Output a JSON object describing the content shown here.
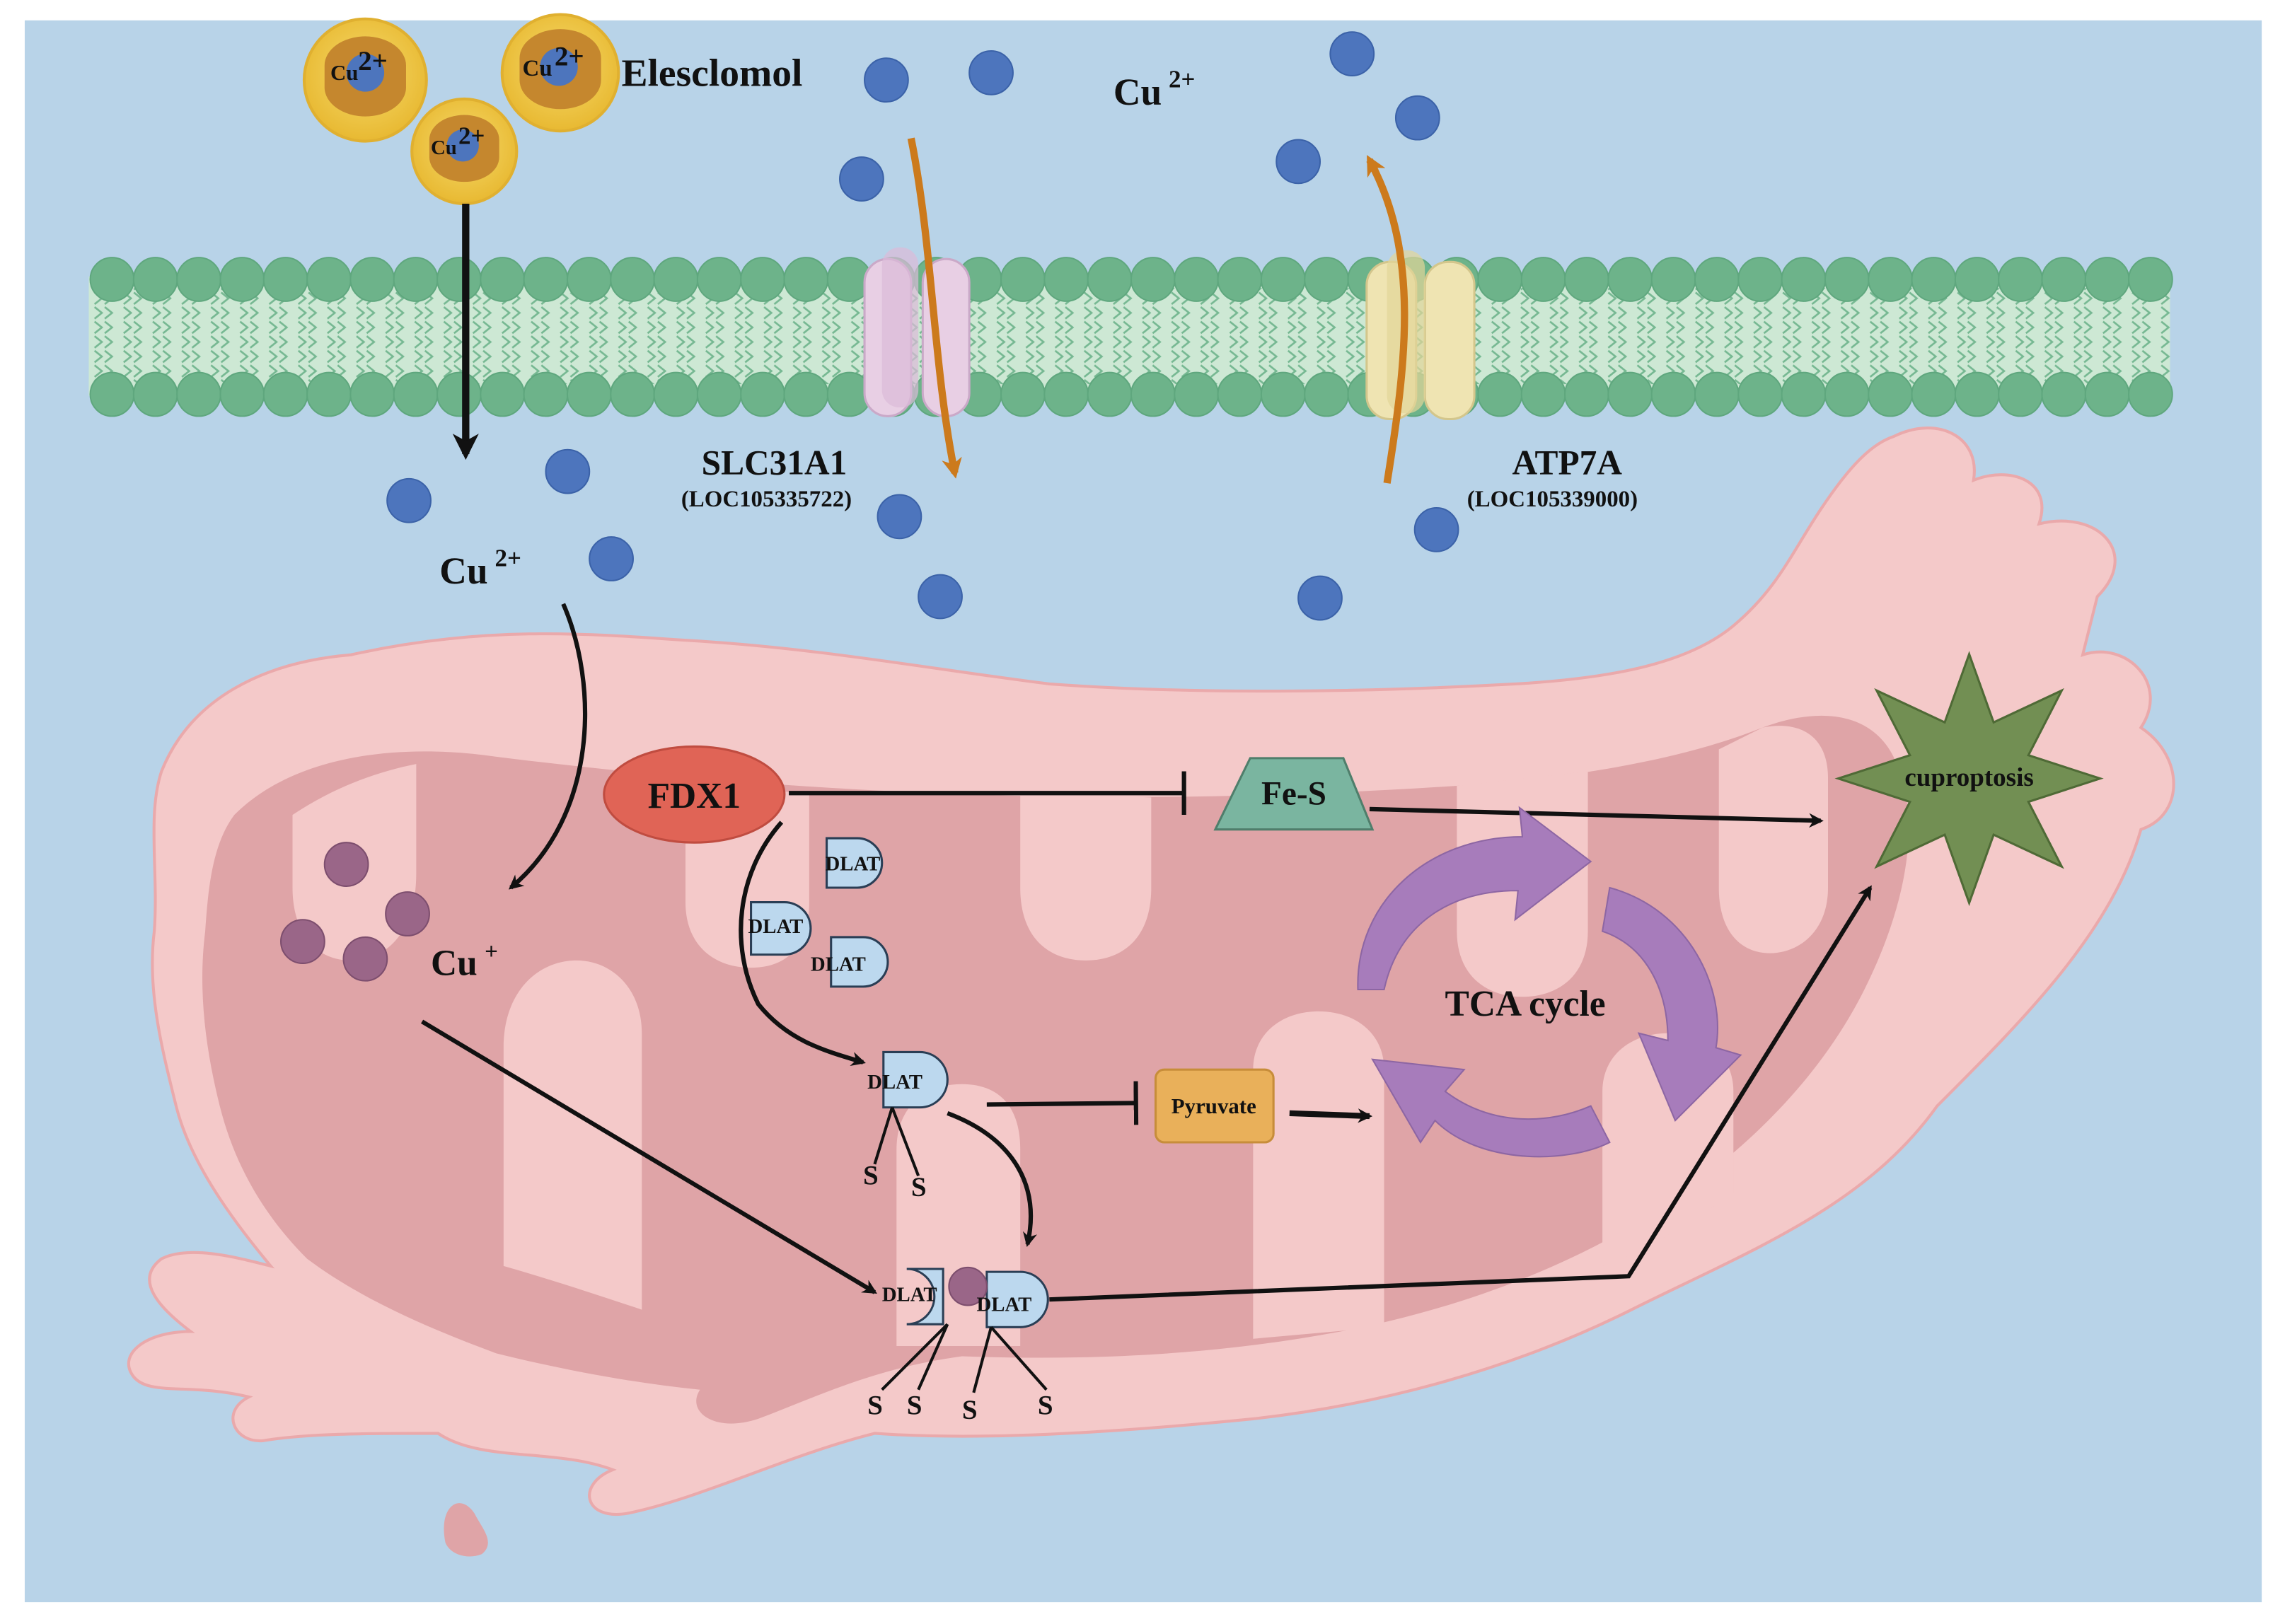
{
  "labels": {
    "elesclomol": "Elesclomol",
    "cu2_top": "Cu",
    "cu2_left": "Cu",
    "cu_plus": "Cu",
    "superscript_2plus": "2+",
    "superscript_plus": "+",
    "liposome_text": "Cu",
    "slc31a1": "SLC31A1",
    "slc31a1_loc": "(LOC105335722)",
    "atp7a": "ATP7A",
    "atp7a_loc": "(LOC105339000)",
    "fdx1": "FDX1",
    "fe_s": "Fe-S",
    "cuproptosis": "cuproptosis",
    "tca_cycle": "TCA cycle",
    "pyruvate": "Pyruvate",
    "dlat": "DLAT",
    "sulfur": "S"
  },
  "colors": {
    "background": "#b8d3e8",
    "membrane_head": "#6db38a",
    "membrane_core": "#cde8d4",
    "mito_outer": "#f3c6c6",
    "mito_inner": "#dfa3a6",
    "copper_ion": "#4d75bd",
    "cu_plus_ion": "#9a6688",
    "fdx1": "#e06456",
    "fe_s": "#7ab5a0",
    "cuproptosis": "#728f53",
    "pyruvate": "#e9b05a",
    "dlat": "#bcd8ee",
    "tca_arrow": "#a77cbb",
    "transport_arrow": "#cc7a1c",
    "slc31a1_channel": "#e8cfe4",
    "atp7a_channel": "#efe4b2",
    "liposome": "#f0c94a"
  }
}
